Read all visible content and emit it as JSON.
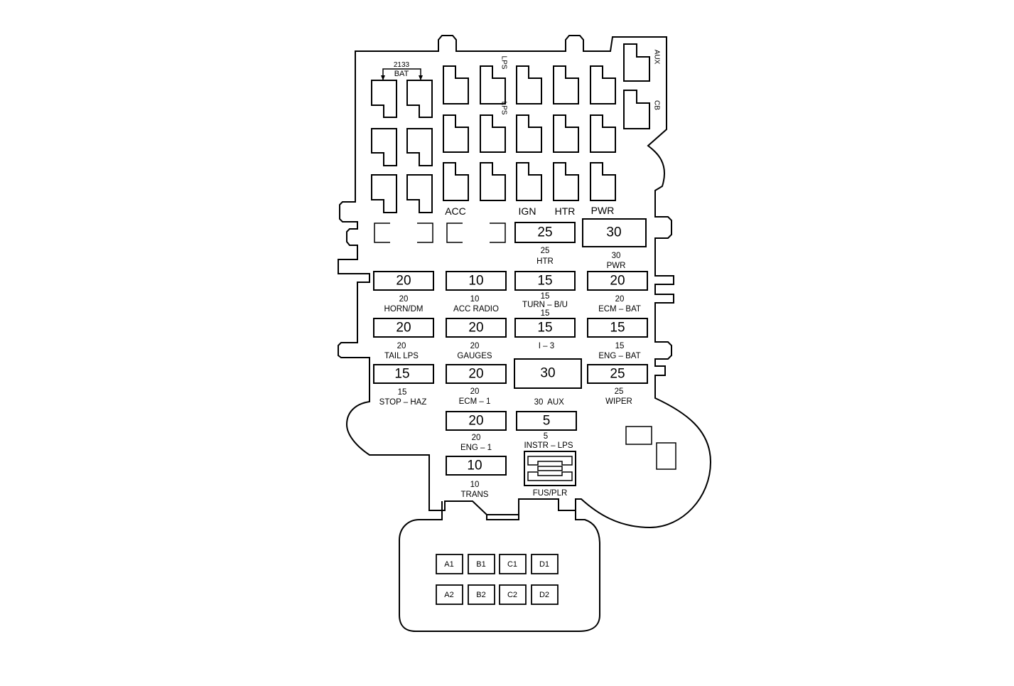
{
  "relay_labels": {
    "bat_code": "2133",
    "bat": "BAT",
    "acc": "ACC",
    "ign": "IGN",
    "htr": "HTR",
    "pwr": "PWR",
    "lps_a": "LPS",
    "lps_b": "LPS",
    "aux": "AUX",
    "cb": "CB"
  },
  "fuses": {
    "htr_top": {
      "value": "25",
      "amp": "25",
      "name": "HTR"
    },
    "pwr_top": {
      "value": "30",
      "amp": "30",
      "name": "PWR"
    },
    "horn_dm": {
      "value": "20",
      "amp": "20",
      "name": "HORN/DM"
    },
    "acc_radio": {
      "value": "10",
      "amp": "10",
      "name": "ACC RADIO"
    },
    "turn_bu": {
      "value": "15",
      "amp": "15",
      "name": "TURN – B/U"
    },
    "ecm_bat": {
      "value": "20",
      "amp": "20",
      "name": "ECM – BAT"
    },
    "tail_lps": {
      "value": "20",
      "amp": "20",
      "name": "TAIL LPS"
    },
    "gauges": {
      "value": "20",
      "amp": "20",
      "name": "GAUGES"
    },
    "i3": {
      "value": "15",
      "amp": "15",
      "name": "I – 3"
    },
    "eng_bat": {
      "value": "15",
      "amp": "15",
      "name": "ENG – BAT"
    },
    "stop_haz": {
      "value": "15",
      "amp": "15",
      "name": "STOP – HAZ"
    },
    "ecm1": {
      "value": "20",
      "amp": "20",
      "name": "ECM – 1"
    },
    "aux": {
      "value": "30",
      "amp": "30",
      "name": "AUX"
    },
    "wiper": {
      "value": "25",
      "amp": "25",
      "name": "WIPER"
    },
    "eng1": {
      "value": "20",
      "amp": "20",
      "name": "ENG – 1"
    },
    "instr_lps": {
      "value": "5",
      "amp": "5",
      "name": "INSTR – LPS"
    },
    "trans": {
      "value": "10",
      "amp": "10",
      "name": "TRANS"
    }
  },
  "fus_plr": "FUS/PLR",
  "connector_pins": [
    "A1",
    "B1",
    "C1",
    "D1",
    "A2",
    "B2",
    "C2",
    "D2"
  ]
}
